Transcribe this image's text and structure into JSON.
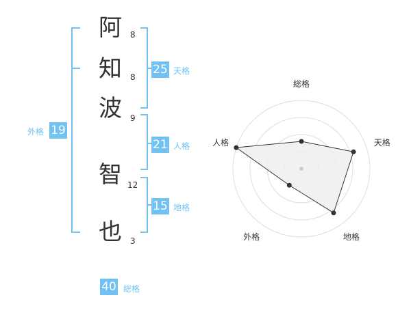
{
  "name_chars": [
    {
      "char": "阿",
      "strokes": "8"
    },
    {
      "char": "知",
      "strokes": "8"
    },
    {
      "char": "波",
      "strokes": "9"
    },
    {
      "char": "智",
      "strokes": "12"
    },
    {
      "char": "也",
      "strokes": "3"
    }
  ],
  "fortune": {
    "tenkaku": {
      "value": "25",
      "label": "天格"
    },
    "jinkaku": {
      "value": "21",
      "label": "人格"
    },
    "chikaku": {
      "value": "15",
      "label": "地格"
    },
    "gaikaku": {
      "value": "19",
      "label": "外格"
    },
    "soukaku": {
      "value": "40",
      "label": "総格"
    }
  },
  "colors": {
    "accent": "#71c1f2",
    "text": "#333333",
    "grid": "#dddddd",
    "fill": "#eeeeee"
  },
  "chart_data": {
    "type": "radar",
    "axes": [
      "総格",
      "天格",
      "地格",
      "外格",
      "人格"
    ],
    "scale_max": 5,
    "rings": 4,
    "values": [
      2,
      4,
      4,
      1.5,
      5
    ]
  }
}
